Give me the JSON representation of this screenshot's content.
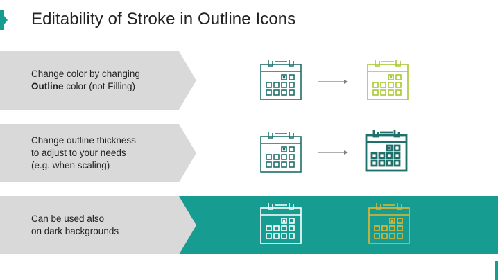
{
  "slide": {
    "title": "Editability of Stroke in Outline Icons"
  },
  "rows": [
    {
      "line1": "Change color by changing",
      "line2_bold": "Outline",
      "line2_rest": " color (not Filling)"
    },
    {
      "line1": "Change outline thickness",
      "line2": "to adjust to your needs",
      "line3": "(e.g. when scaling)"
    },
    {
      "line1": "Can be used also",
      "line2": "on dark backgrounds"
    }
  ],
  "icons": [
    {
      "name": "calendar-icon",
      "color": "#1f6f6b"
    },
    {
      "name": "calendar-icon",
      "color": "#a6c92e"
    },
    {
      "name": "calendar-icon",
      "color": "#1f6f6b"
    },
    {
      "name": "calendar-icon",
      "color": "#1f6f6b"
    },
    {
      "name": "calendar-icon",
      "color": "#ffffff"
    },
    {
      "name": "calendar-icon",
      "color": "#e6b830"
    }
  ],
  "colors": {
    "accent": "#179c92",
    "chevron_fill": "#d9d9d9",
    "arrow": "#7f7f7f"
  }
}
